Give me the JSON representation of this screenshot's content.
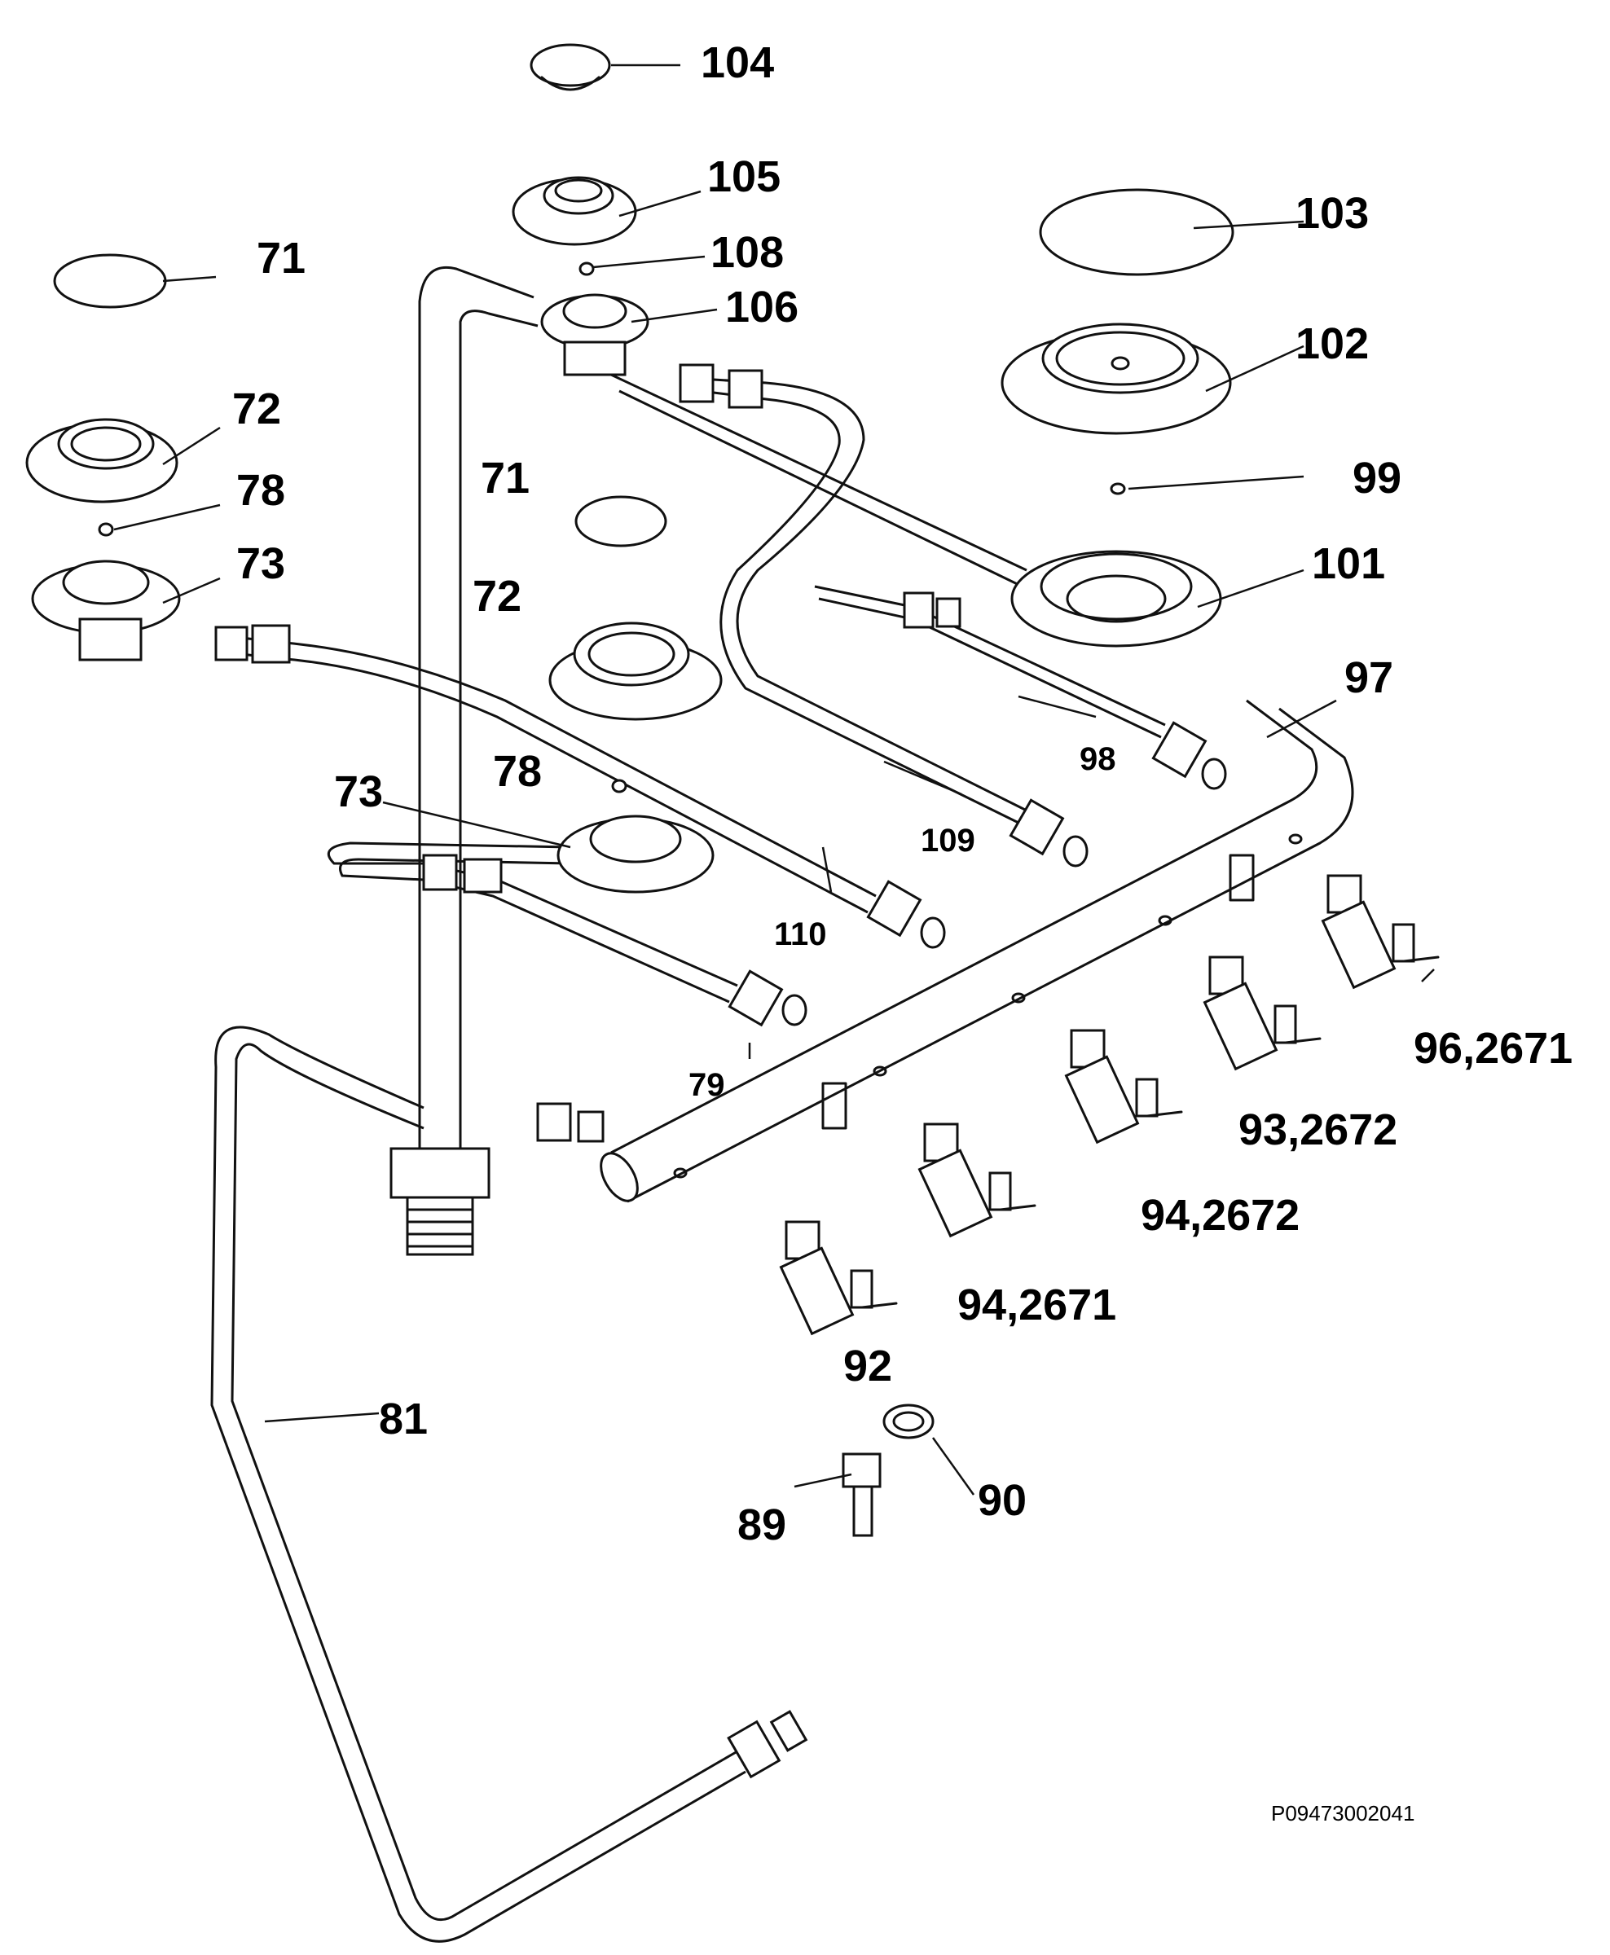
{
  "labels": {
    "l104": "104",
    "l105": "105",
    "l108": "108",
    "l106": "106",
    "l103": "103",
    "l102": "102",
    "l99": "99",
    "l101": "101",
    "l97": "97",
    "l98": "98",
    "l71a": "71",
    "l72a": "72",
    "l78a": "78",
    "l73a": "73",
    "l71b": "71",
    "l72b": "72",
    "l78b": "78",
    "l73b": "73",
    "l109": "109",
    "l110": "110",
    "l79": "79",
    "l96": "96,2671",
    "l93": "93,2672",
    "l94a": "94,2672",
    "l94b": "94,2671",
    "l92": "92",
    "l81": "81",
    "l90": "90",
    "l89": "89"
  },
  "drawing_code": "P09473002041"
}
